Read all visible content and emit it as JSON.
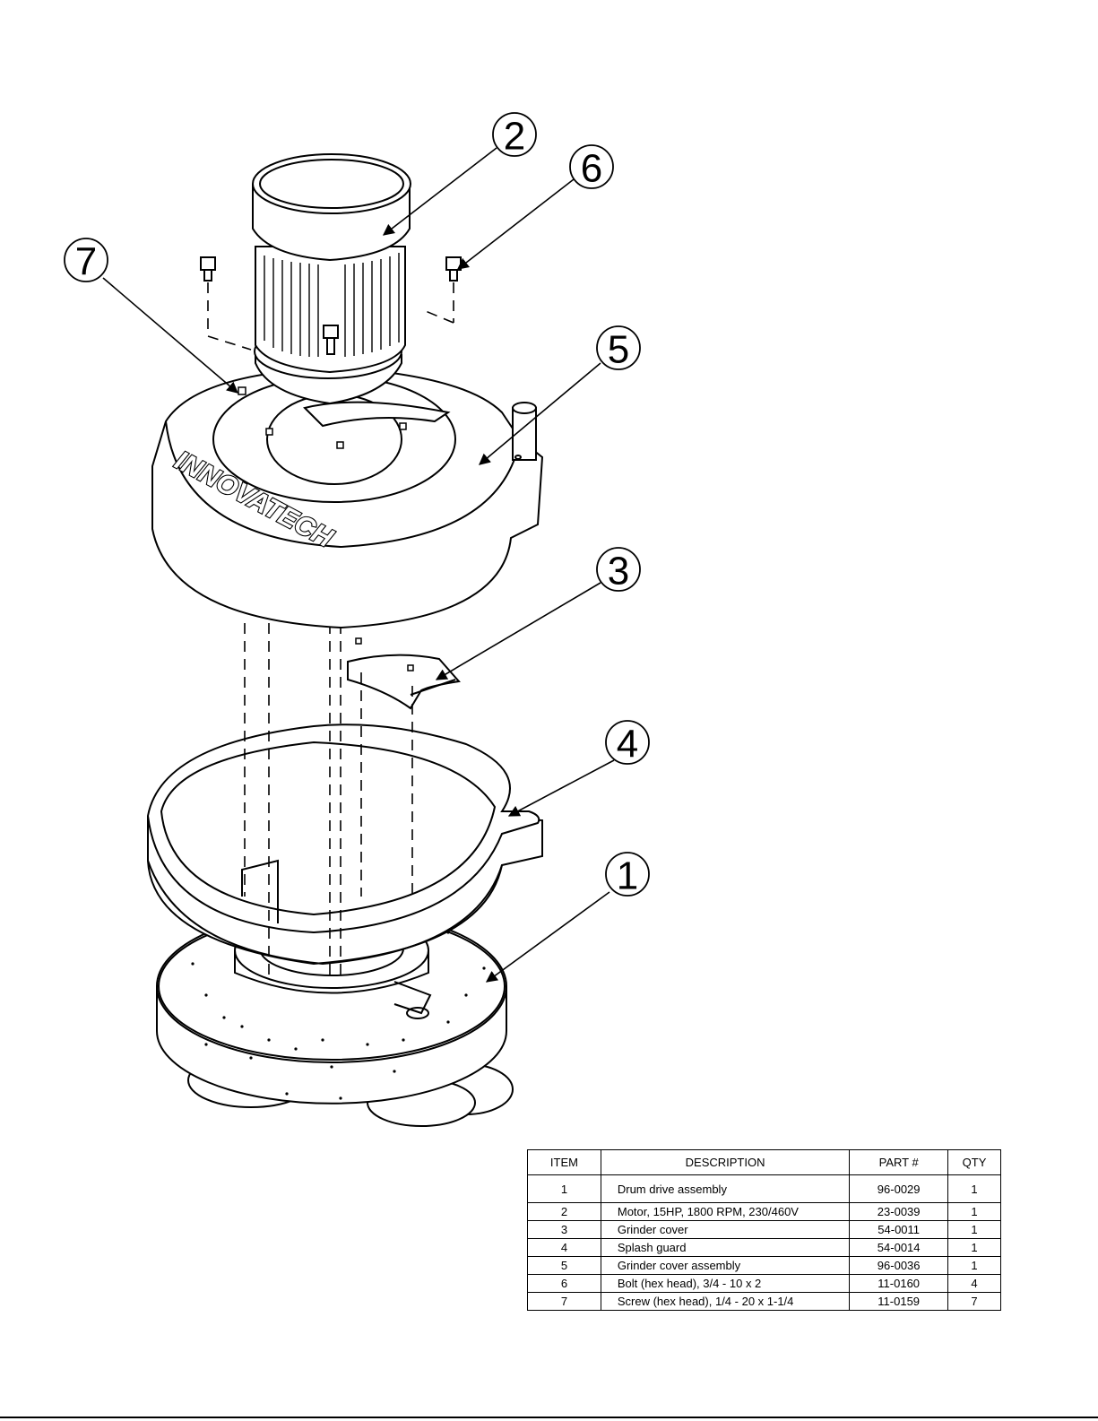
{
  "brand": "INNOVATECH",
  "callouts": [
    {
      "item": "2"
    },
    {
      "item": "6"
    },
    {
      "item": "7"
    },
    {
      "item": "5"
    },
    {
      "item": "3"
    },
    {
      "item": "4"
    },
    {
      "item": "1"
    }
  ],
  "table": {
    "headers": {
      "item": "ITEM",
      "description": "DESCRIPTION",
      "part": "PART #",
      "qty": "QTY"
    },
    "rows": [
      {
        "item": "1",
        "description": "Drum drive assembly",
        "part": "96-0029",
        "qty": "1"
      },
      {
        "item": "2",
        "description": "Motor, 15HP, 1800 RPM, 230/460V",
        "part": "23-0039",
        "qty": "1"
      },
      {
        "item": "3",
        "description": "Grinder cover",
        "part": "54-0011",
        "qty": "1"
      },
      {
        "item": "4",
        "description": "Splash guard",
        "part": "54-0014",
        "qty": "1"
      },
      {
        "item": "5",
        "description": "Grinder cover assembly",
        "part": "96-0036",
        "qty": "1"
      },
      {
        "item": "6",
        "description": "Bolt (hex head), 3/4 - 10 x 2",
        "part": "11-0160",
        "qty": "4"
      },
      {
        "item": "7",
        "description": "Screw (hex head), 1/4 - 20 x 1-1/4",
        "part": "11-0159",
        "qty": "7"
      }
    ]
  }
}
